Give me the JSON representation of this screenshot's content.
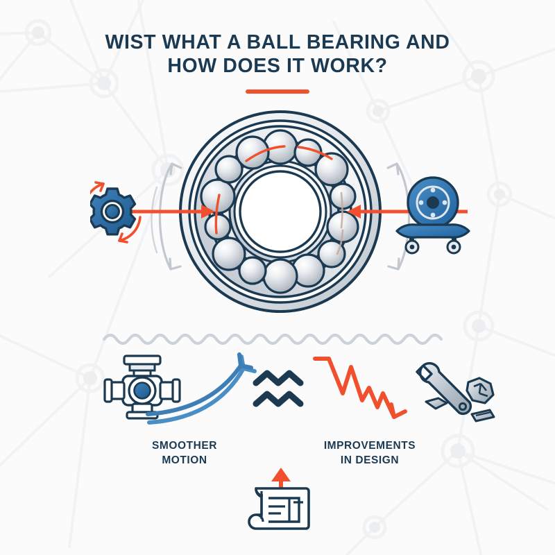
{
  "page": {
    "background_color": "#fbfbfc",
    "navy": "#1b3a52",
    "accent_orange": "#f0502d",
    "blue": "#2f72ab",
    "steel_gray": "#c8ced4"
  },
  "header": {
    "title_line_1": "WIST WHAT A BALL BEARING AND",
    "title_line_2": "HOW DOES IT WORK?",
    "rule_color": "#f0502d"
  },
  "hero": {
    "diagram_name": "ball-bearing-cutaway",
    "ball_count": 14,
    "outer_ring_label": "outer-race",
    "inner_ring_label": "inner-race",
    "left_icon": "gear-icon",
    "right_icon": "skateboard-wheel-icon",
    "force_arrow_color": "#f0502d",
    "rotation_arrow_color": "#c2c8ce"
  },
  "divider": {
    "style": "wavy-line",
    "color": "#ccd2d8"
  },
  "benefits": [
    {
      "label_line_1": "SMOOTHER",
      "label_line_2": "MOTION",
      "icon": "valve-fitting-icon",
      "art": "rising-arrows",
      "art_color": "#3d7fb5"
    },
    {
      "label_line_1": "IMPROVEMENTS",
      "label_line_2": "IN DESIGN",
      "icon": "wrench-and-debris-icon",
      "art": "falling-chart-arrow",
      "art_color": "#f0502d"
    }
  ],
  "center_motif": {
    "icon": "double-chevron-waves-icon",
    "color": "#1b3a52"
  },
  "footer_motif": {
    "icon": "blueprint-document-icon",
    "arrow_icon": "up-arrow-icon",
    "arrow_color": "#f0502d",
    "outline_color": "#1b3a52"
  }
}
